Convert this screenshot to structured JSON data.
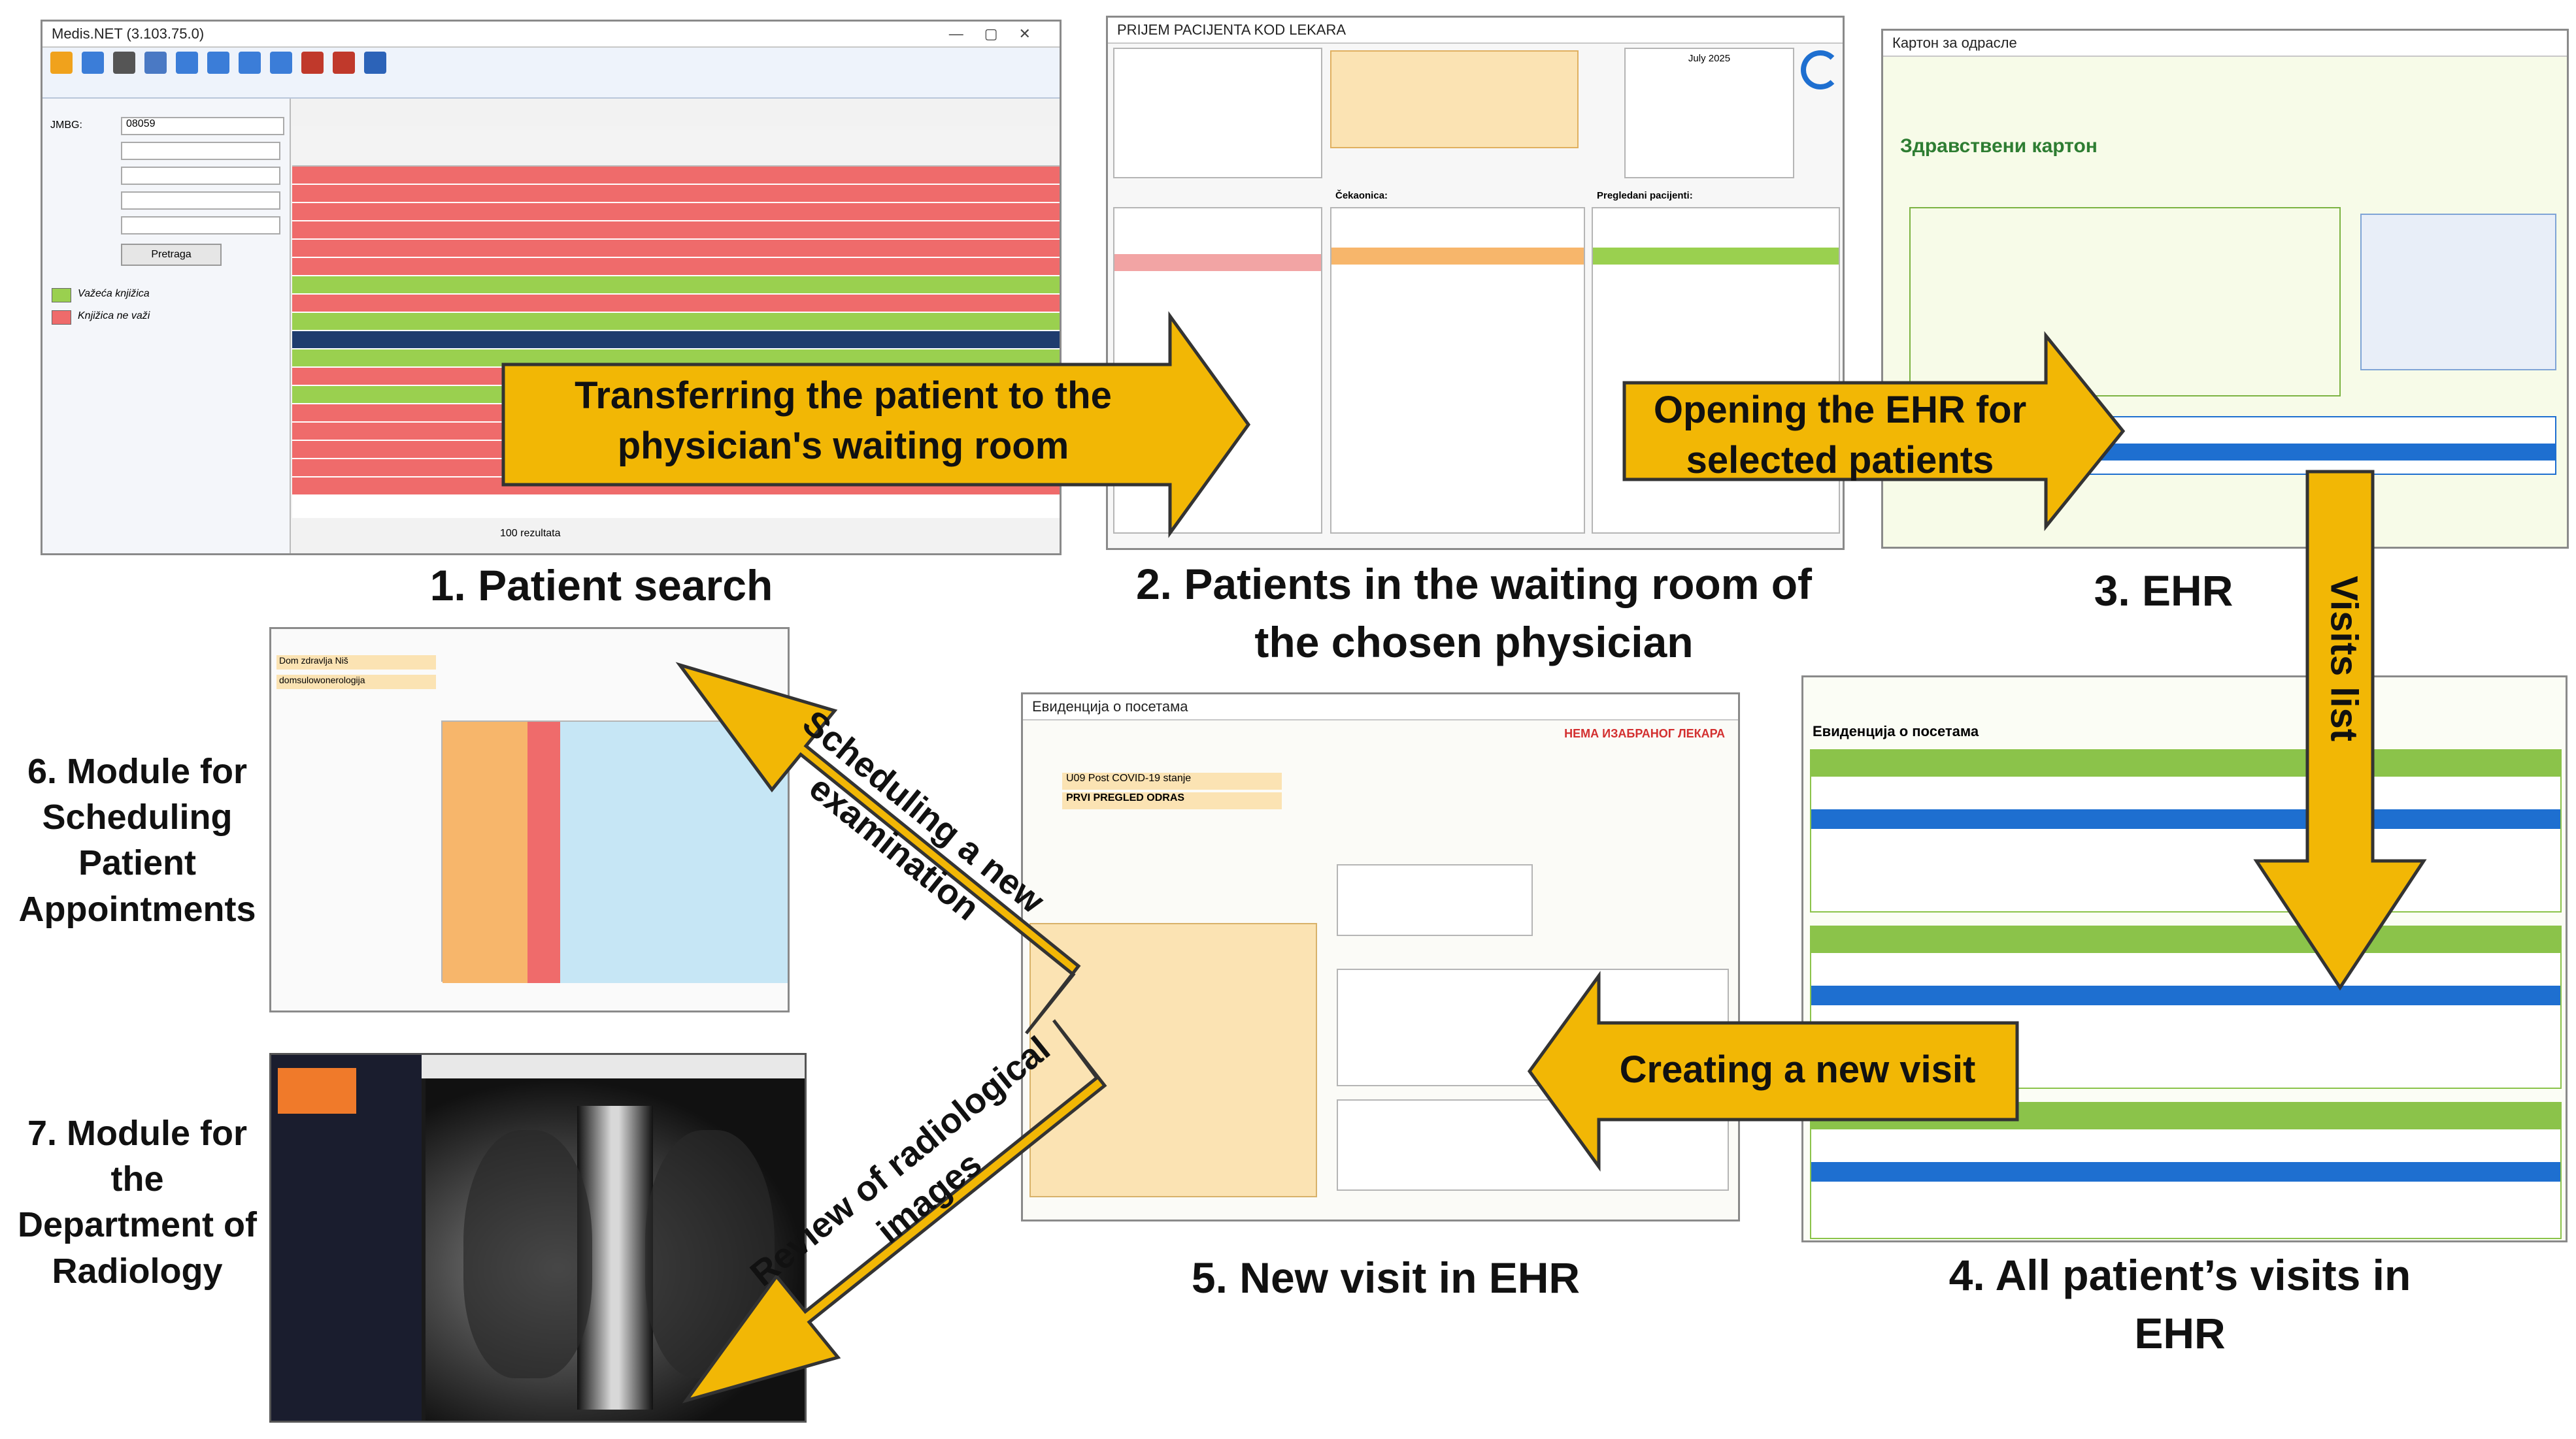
{
  "captions": {
    "step1": "1. Patient search",
    "step2_line1": "2. Patients in the waiting room of",
    "step2_line2": "the chosen physician",
    "step3": "3. EHR",
    "step4_line1": "4. All patient’s visits in",
    "step4_line2": "EHR",
    "step5": "5. New visit in EHR",
    "step6_line1": "6. Module for",
    "step6_line2": "Scheduling",
    "step6_line3": "Patient",
    "step6_line4": "Appointments",
    "step7_line1": "7. Module for",
    "step7_line2": "the",
    "step7_line3": "Department of",
    "step7_line4": "Radiology"
  },
  "arrows": {
    "transfer_line1": "Transferring the patient to the",
    "transfer_line2": "physician's waiting room",
    "open_ehr_line1": "Opening the EHR for",
    "open_ehr_line2": "selected patients",
    "visits_list": "Visits list",
    "creating_visit": "Creating a new visit",
    "scheduling_line1": "Scheduling a new",
    "scheduling_line2": "examination",
    "review_line1": "Review of radiological",
    "review_line2": "images"
  },
  "screens": {
    "s1_title": "Medis.NET (3.103.75.0)",
    "s1_jmbg_label": "JMBG:",
    "s1_jmbg_value": "08059",
    "s1_search_button": "Pretraga",
    "s1_result_count": "100 rezultata",
    "s1_legend_valid": "Važeća knjižica",
    "s1_legend_invalid": "Knjižica ne važi",
    "s2_title": "PRIJEM PACIJENTA KOD LEKARA",
    "s2_calendar": "July 2025",
    "s2_waiting": "Čekaonica:",
    "s2_examined": "Pregledani pacijenti:",
    "s3_title": "Картон за одрасле",
    "s3_heading": "Здравствени картон",
    "s4_heading": "Евиденција о посетама",
    "s5_title": "Евиденција о посетама",
    "s5_no_doctor": "НЕМА ИЗАБРАНОГ ЛЕКАРА",
    "s5_diagnosis": "U09 Post COVID-19 stanje",
    "s5_service": "PRVI PREGLED ODRAS",
    "s6_institution": "Dom zdravlja Niš",
    "s6_spec": "domsulowonerologija"
  },
  "colors": {
    "arrow_fill": "#F2B705",
    "arrow_stroke": "#333333",
    "valid_card": "#9ad04f",
    "invalid_card": "#ef6b6b",
    "selected_row": "#1f3c6e",
    "ehr_green": "#8bc34a",
    "ehr_blue": "#1e6fd0"
  }
}
